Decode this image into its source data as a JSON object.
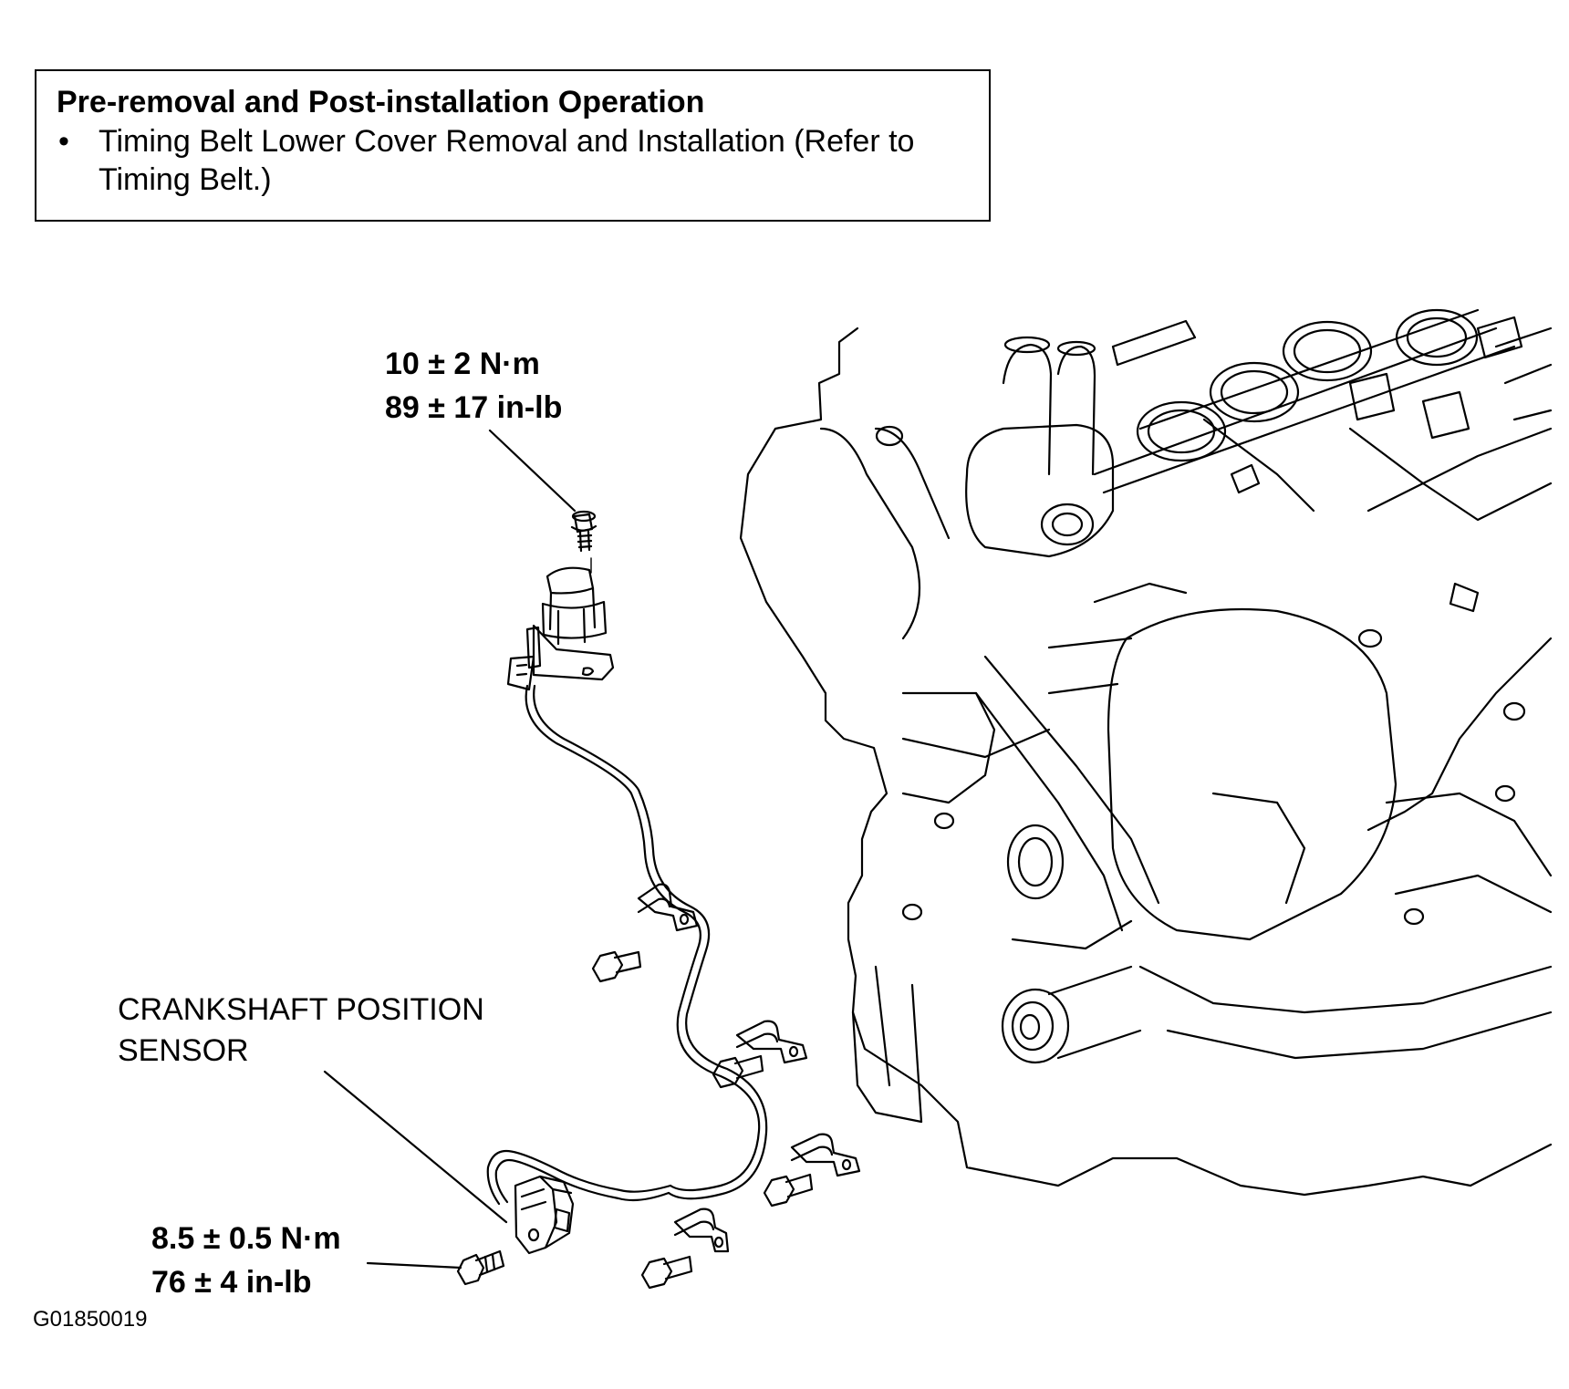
{
  "note": {
    "title": "Pre-removal and Post-installation Operation",
    "items": [
      {
        "bullet": "•",
        "text": "Timing Belt Lower Cover Removal and Installation (Refer to Timing Belt.)"
      }
    ]
  },
  "torque_specs": {
    "upper": {
      "metric": "10 ± 2 N·m",
      "imperial": "89 ± 17 in-lb"
    },
    "lower": {
      "metric": "8.5 ± 0.5 N·m",
      "imperial": "76 ± 4 in-lb"
    }
  },
  "labels": {
    "sensor_line1": "CRANKSHAFT POSITION",
    "sensor_line2": "SENSOR"
  },
  "figure_id": "G01850019"
}
